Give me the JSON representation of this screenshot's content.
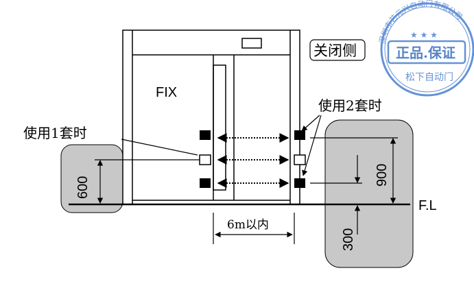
{
  "labels": {
    "fix": "FIX",
    "close_side": "关闭侧",
    "use_one": "使用1套时",
    "use_two": "使用2套时",
    "floor_line": "F.L",
    "range": "6m以内",
    "dim_600": "600",
    "dim_900": "900",
    "dim_300": "300"
  },
  "stamp": {
    "outer_ring_text": "深圳市艺元兴自动门有限公司",
    "main_text": "正品.保证",
    "bottom_text": "松下自动门",
    "color": "#4a7fcf"
  },
  "colors": {
    "line": "#000000",
    "zone_fill": "#c8c8c8",
    "sensor_filled": "#000000",
    "sensor_empty": "#ffffff"
  }
}
